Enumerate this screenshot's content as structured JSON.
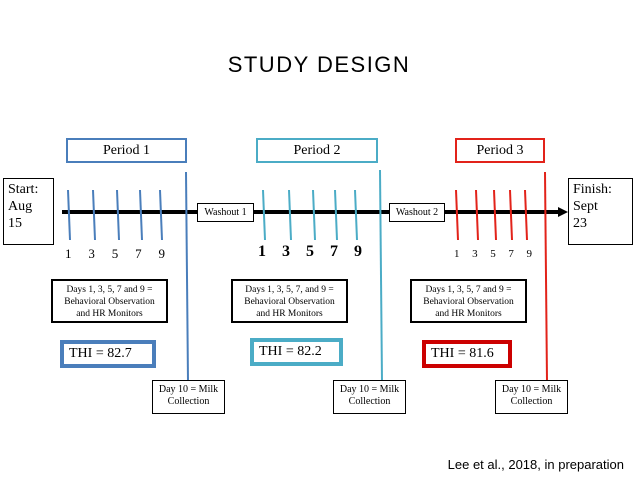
{
  "title": "STUDY DESIGN",
  "start": {
    "line1": "Start:",
    "line2": "Aug",
    "line3": "15"
  },
  "finish": {
    "line1": "Finish:",
    "line2": "Sept",
    "line3": "23"
  },
  "periods": [
    {
      "label": "Period 1",
      "color": "#5b9bd5",
      "days": [
        "1",
        "3",
        "5",
        "7",
        "9"
      ],
      "obs": {
        "line1": "Days 1, 3, 5, 7 and 9 =",
        "line2": "Behavioral Observation",
        "line3": "and HR Monitors"
      },
      "thi": "THI = 82.7",
      "milk": {
        "line1": "Day 10 = Milk",
        "line2": "Collection"
      }
    },
    {
      "label": "Period 2",
      "color": "#4bacc6",
      "days": [
        "1",
        "3",
        "5",
        "7",
        "9"
      ],
      "obs": {
        "line1": "Days 1, 3, 5, 7, and 9 =",
        "line2": "Behavioral Observation",
        "line3": "and HR Monitors"
      },
      "thi": "THI = 82.2",
      "milk": {
        "line1": "Day 10 = Milk",
        "line2": "Collection"
      }
    },
    {
      "label": "Period 3",
      "color": "#e2231a",
      "days": [
        "1",
        "3",
        "5",
        "7",
        "9"
      ],
      "obs": {
        "line1": "Days 1, 3, 5, 7 and 9 =",
        "line2": "Behavioral Observation",
        "line3": "and HR Monitors"
      },
      "thi": "THI = 81.6",
      "milk": {
        "line1": "Day 10 = Milk",
        "line2": "Collection"
      }
    }
  ],
  "washouts": [
    "Washout 1",
    "Washout 2"
  ],
  "citation": "Lee et al., 2018, in preparation",
  "colors": {
    "thi_period1": "#4a7ebb",
    "thi_period2": "#4bacc6",
    "thi_period3": "#cc0000",
    "axis": "#000000"
  }
}
